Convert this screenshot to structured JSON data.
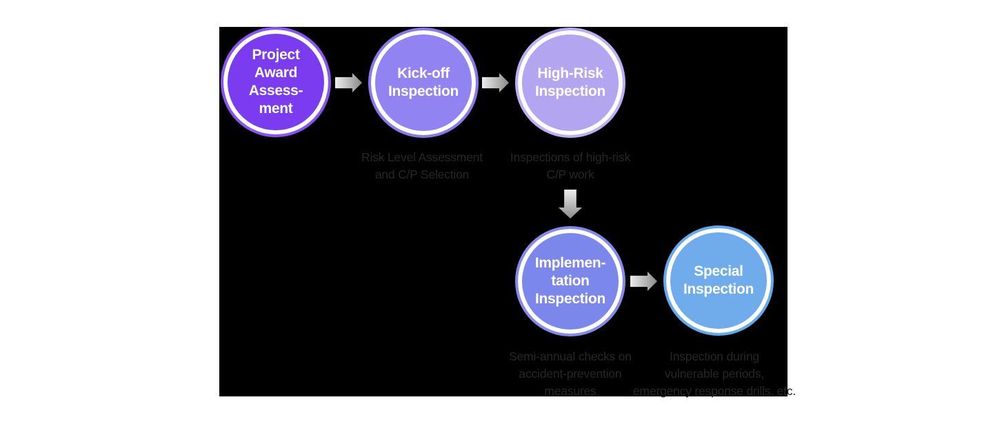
{
  "canvas": {
    "page_background": "#ffffff",
    "panel_background": "#000000"
  },
  "diagram": {
    "title_text_color": "#ffffff",
    "description_color": "#262626",
    "arrow_gradient": {
      "from": "#ededed",
      "to": "#8a8a8a"
    },
    "steps": [
      {
        "id": "project-award-assessment",
        "label_lines": [
          "Project",
          "Award",
          "Assess-",
          "ment"
        ],
        "fill": "#7b3bef",
        "ring": "#8b53f6",
        "description_lines": []
      },
      {
        "id": "kick-off-inspection",
        "label_lines": [
          "Kick-off",
          "Inspection"
        ],
        "fill": "#9184f2",
        "ring": "#8878ef",
        "description_lines": [
          "Risk Level Assessment",
          "and C/P Selection"
        ]
      },
      {
        "id": "high-risk-inspection",
        "label_lines": [
          "High-Risk",
          "Inspection"
        ],
        "fill": "#b3a5f0",
        "ring": "#bdadf5",
        "description_lines": [
          "Inspections of high-risk",
          "C/P work"
        ]
      },
      {
        "id": "implementation-inspection",
        "label_lines": [
          "Implemen-",
          "tation",
          "Inspection"
        ],
        "fill": "#7c87ec",
        "ring": "#838aec",
        "description_lines": [
          "Semi-annual checks on",
          "accident-prevention",
          "measures"
        ]
      },
      {
        "id": "special-inspection",
        "label_lines": [
          "Special",
          "Inspection"
        ],
        "fill": "#70acec",
        "ring": "#62a9ef",
        "description_lines": [
          "Inspection during",
          "vulnerable periods,",
          "emergency response drills, etc."
        ]
      }
    ]
  }
}
